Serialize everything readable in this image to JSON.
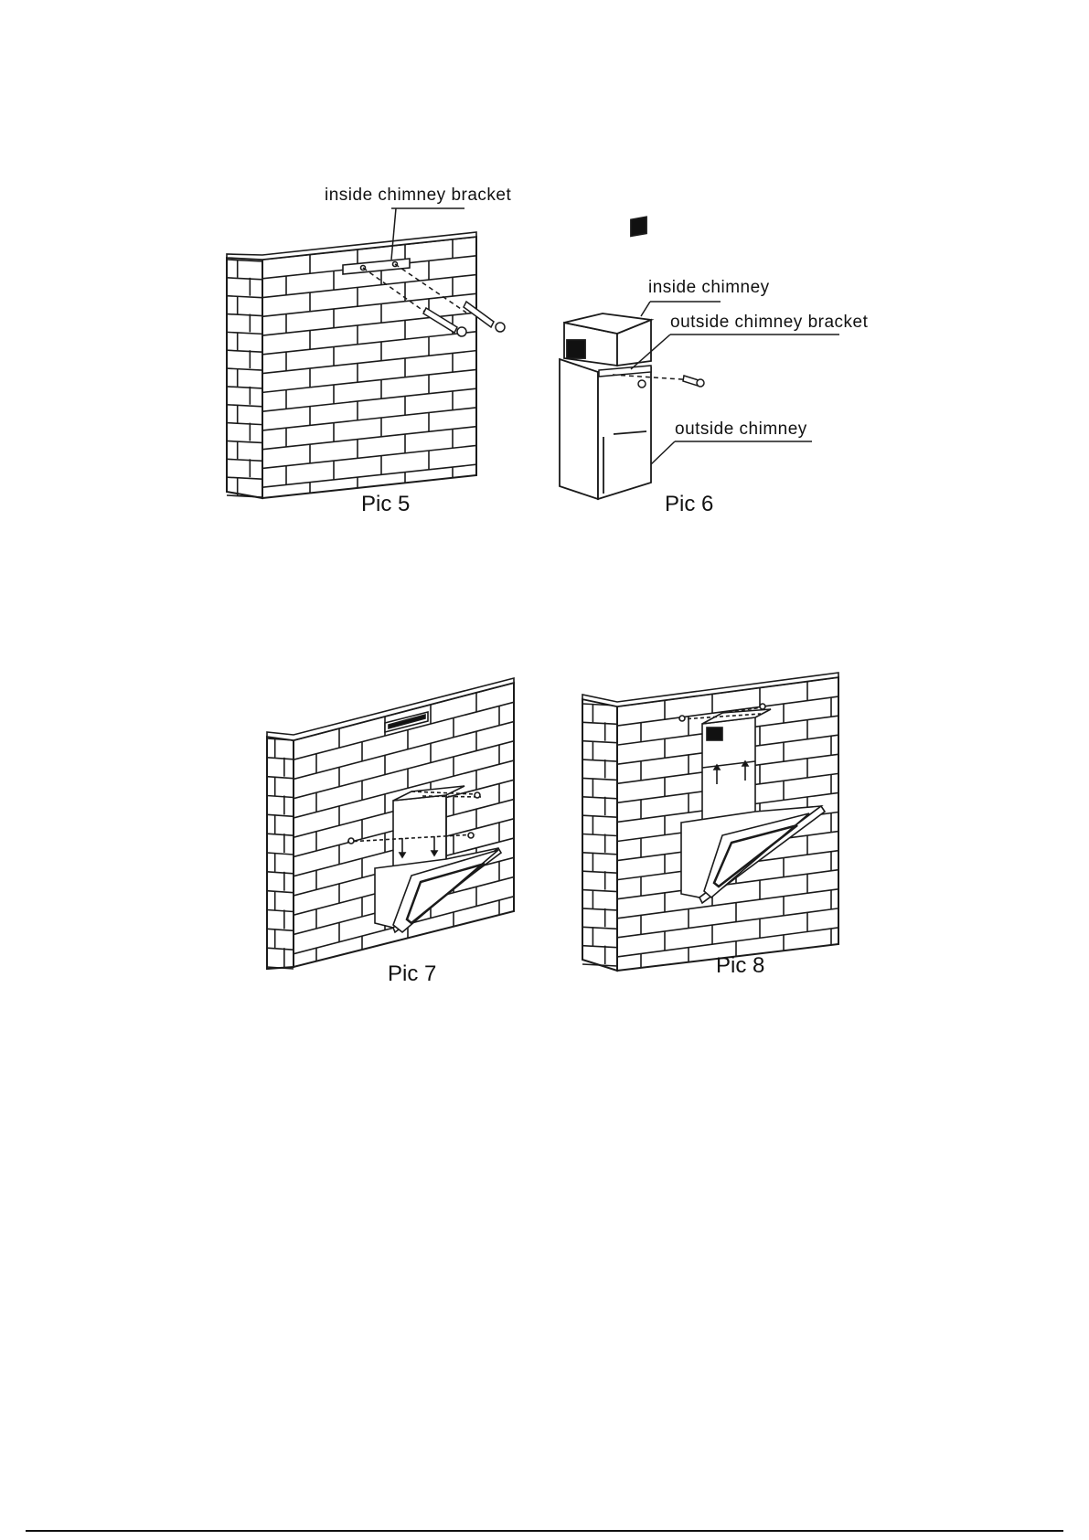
{
  "figures": [
    {
      "caption": "Pic 5",
      "callouts": [
        "inside  chimney  bracket"
      ]
    },
    {
      "caption": "Pic 6",
      "callouts": [
        "inside  chimney",
        "outside chimney bracket",
        "outside chimney"
      ]
    },
    {
      "caption": "Pic 7",
      "callouts": []
    },
    {
      "caption": "Pic 8",
      "callouts": []
    }
  ],
  "colors": {
    "line": "#1a1a1a",
    "background": "#ffffff",
    "panel": "#111111"
  }
}
